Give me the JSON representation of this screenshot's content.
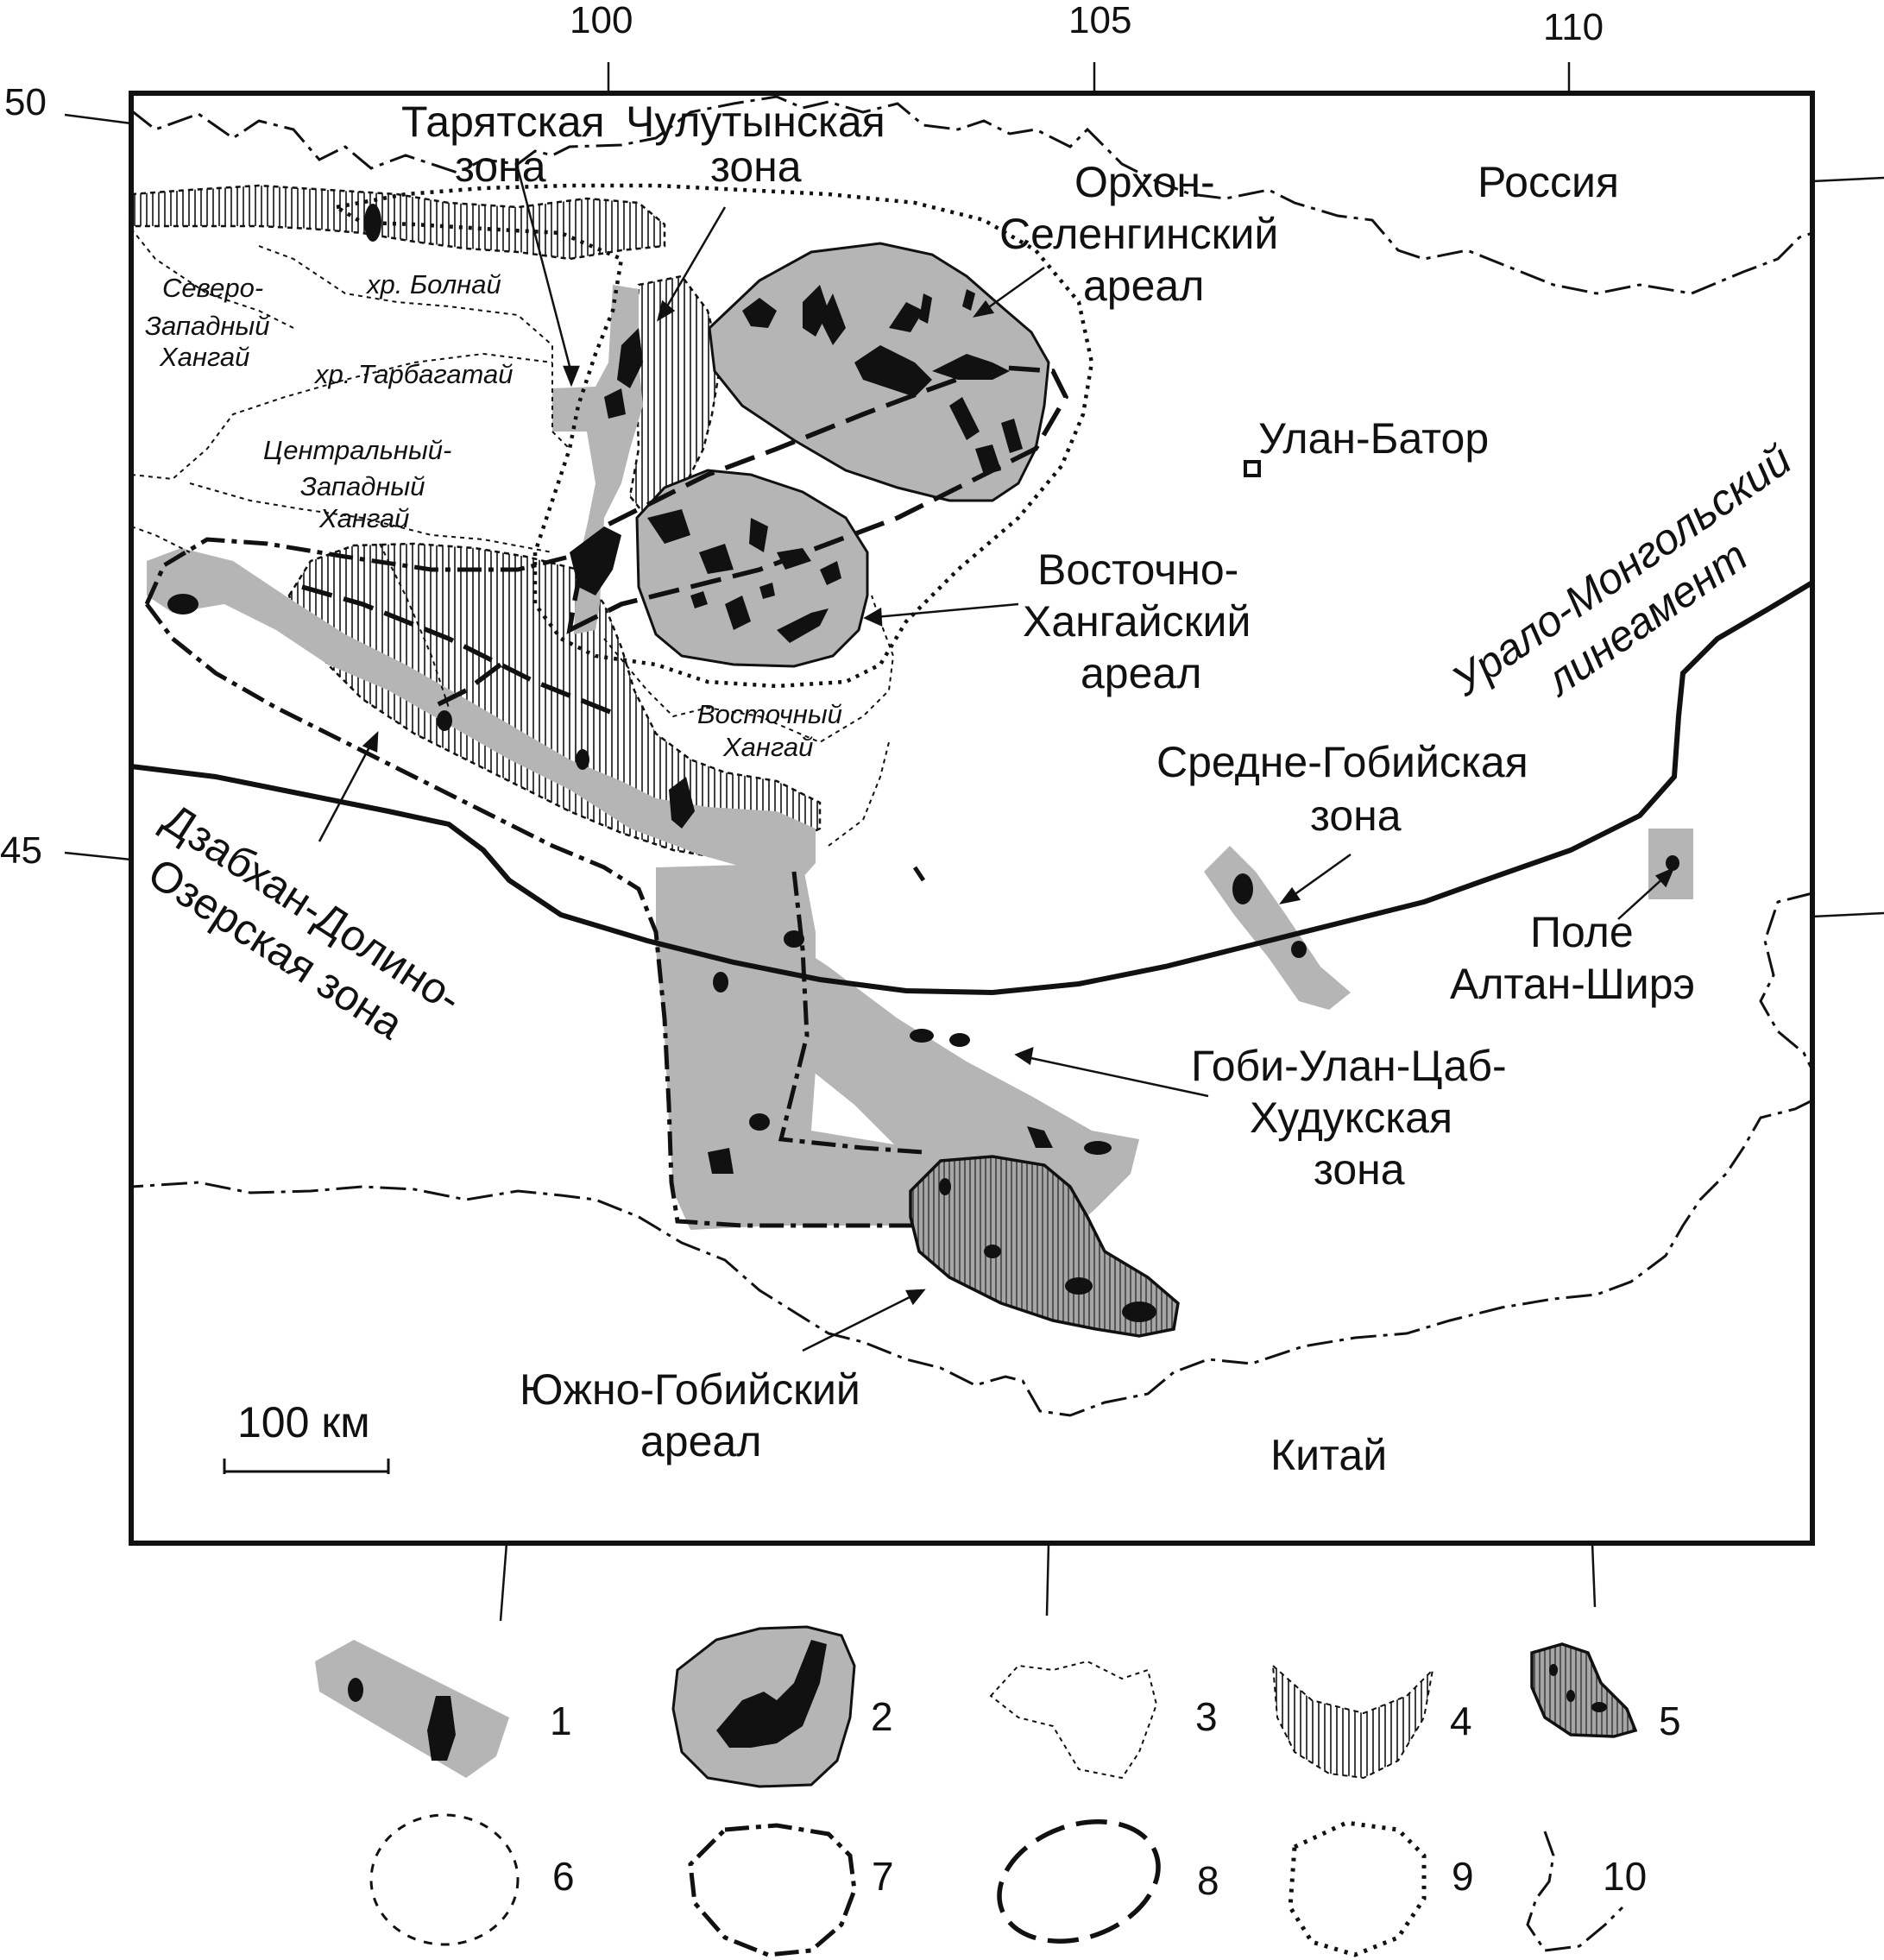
{
  "map": {
    "coordinates": {
      "longitudes": [
        "100",
        "105",
        "110"
      ],
      "latitudes": [
        "50",
        "45"
      ]
    },
    "countries": {
      "russia": "Россия",
      "china": "Китай"
    },
    "city": "Улан-Батор",
    "zones": {
      "taryat": [
        "Тарятская",
        "зона"
      ],
      "chulutyn": [
        "Чулутынская",
        "зона"
      ],
      "orkhon": [
        "Орхон-",
        "Селенгинский",
        "ареал"
      ],
      "east_khangai": [
        "Восточно-",
        "Хангайский",
        "ареал"
      ],
      "middle_gobi": [
        "Средне-Гобийская",
        "зона"
      ],
      "altan_shire": [
        "Поле",
        "Алтан-Ширэ"
      ],
      "gobi_ulan": [
        "Гоби-Улан-Цаб-",
        "Худукская",
        "зона"
      ],
      "south_gobi": [
        "Южно-Гобийский",
        "ареал"
      ],
      "dzabkhan": [
        "Дзабхан-Долино-",
        "Озерская зона"
      ]
    },
    "lineament": [
      "Урало-Монгольский",
      "линеамент"
    ],
    "regions": {
      "bolnai": "хр. Болнай",
      "tarbagatai": "хр. Тарбагатай",
      "nw_khangai": [
        "Северо-",
        "Западный",
        "Хангай"
      ],
      "central_khangai": [
        "Центральный-",
        "Западный",
        "Хангай"
      ],
      "east_khangai": [
        "Восточный",
        "Хангай"
      ]
    },
    "scale_label": "100 км",
    "colors": {
      "fill_gray": "#b5b5b5",
      "fill_dark_gray": "#a6a6a6",
      "outcrop": "#111111",
      "line": "#111111"
    }
  },
  "legend": {
    "items": [
      "1",
      "2",
      "3",
      "4",
      "5",
      "6",
      "7",
      "8",
      "9",
      "10"
    ]
  }
}
